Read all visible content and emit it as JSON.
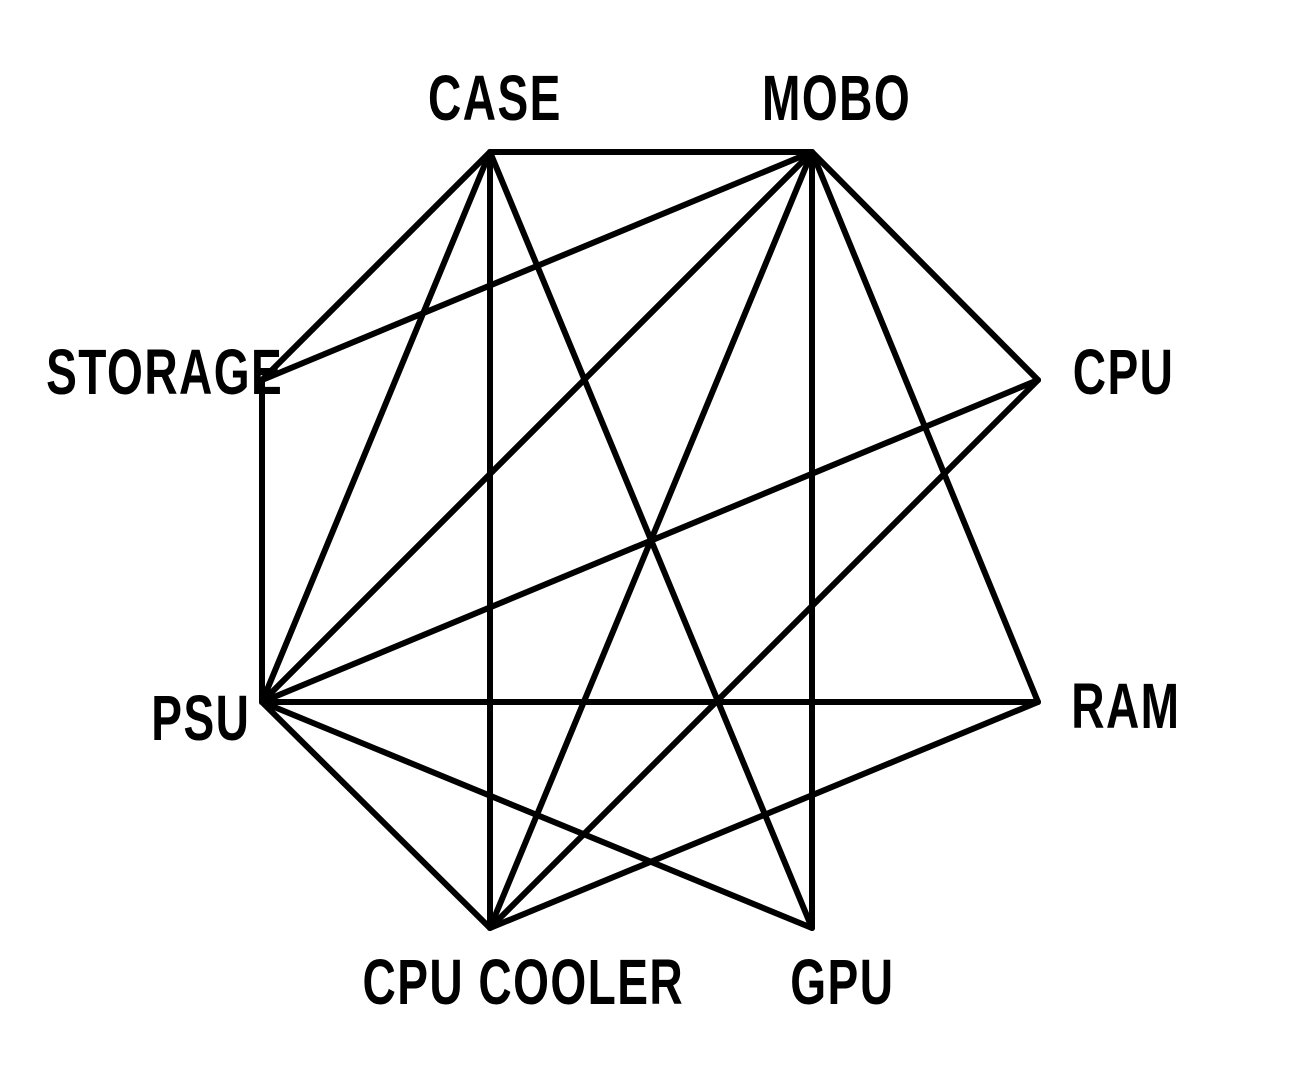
{
  "colors": {
    "line": "#000000",
    "background": "#ffffff"
  },
  "nodes": [
    {
      "id": "case",
      "label": "CASE"
    },
    {
      "id": "mobo",
      "label": "MOBO"
    },
    {
      "id": "storage",
      "label": "STORAGE"
    },
    {
      "id": "cpu",
      "label": "CPU"
    },
    {
      "id": "psu",
      "label": "PSU"
    },
    {
      "id": "ram",
      "label": "RAM"
    },
    {
      "id": "cpu_cooler",
      "label": "CPU COOLER"
    },
    {
      "id": "gpu",
      "label": "GPU"
    }
  ],
  "edges": [
    [
      "case",
      "mobo"
    ],
    [
      "case",
      "storage"
    ],
    [
      "case",
      "psu"
    ],
    [
      "case",
      "cpu_cooler"
    ],
    [
      "case",
      "gpu"
    ],
    [
      "mobo",
      "storage"
    ],
    [
      "mobo",
      "psu"
    ],
    [
      "mobo",
      "cpu_cooler"
    ],
    [
      "mobo",
      "gpu"
    ],
    [
      "mobo",
      "cpu"
    ],
    [
      "mobo",
      "ram"
    ],
    [
      "storage",
      "psu"
    ],
    [
      "psu",
      "cpu"
    ],
    [
      "psu",
      "ram"
    ],
    [
      "psu",
      "gpu"
    ],
    [
      "psu",
      "cpu_cooler"
    ],
    [
      "cpu",
      "cpu_cooler"
    ],
    [
      "ram",
      "cpu_cooler"
    ]
  ]
}
